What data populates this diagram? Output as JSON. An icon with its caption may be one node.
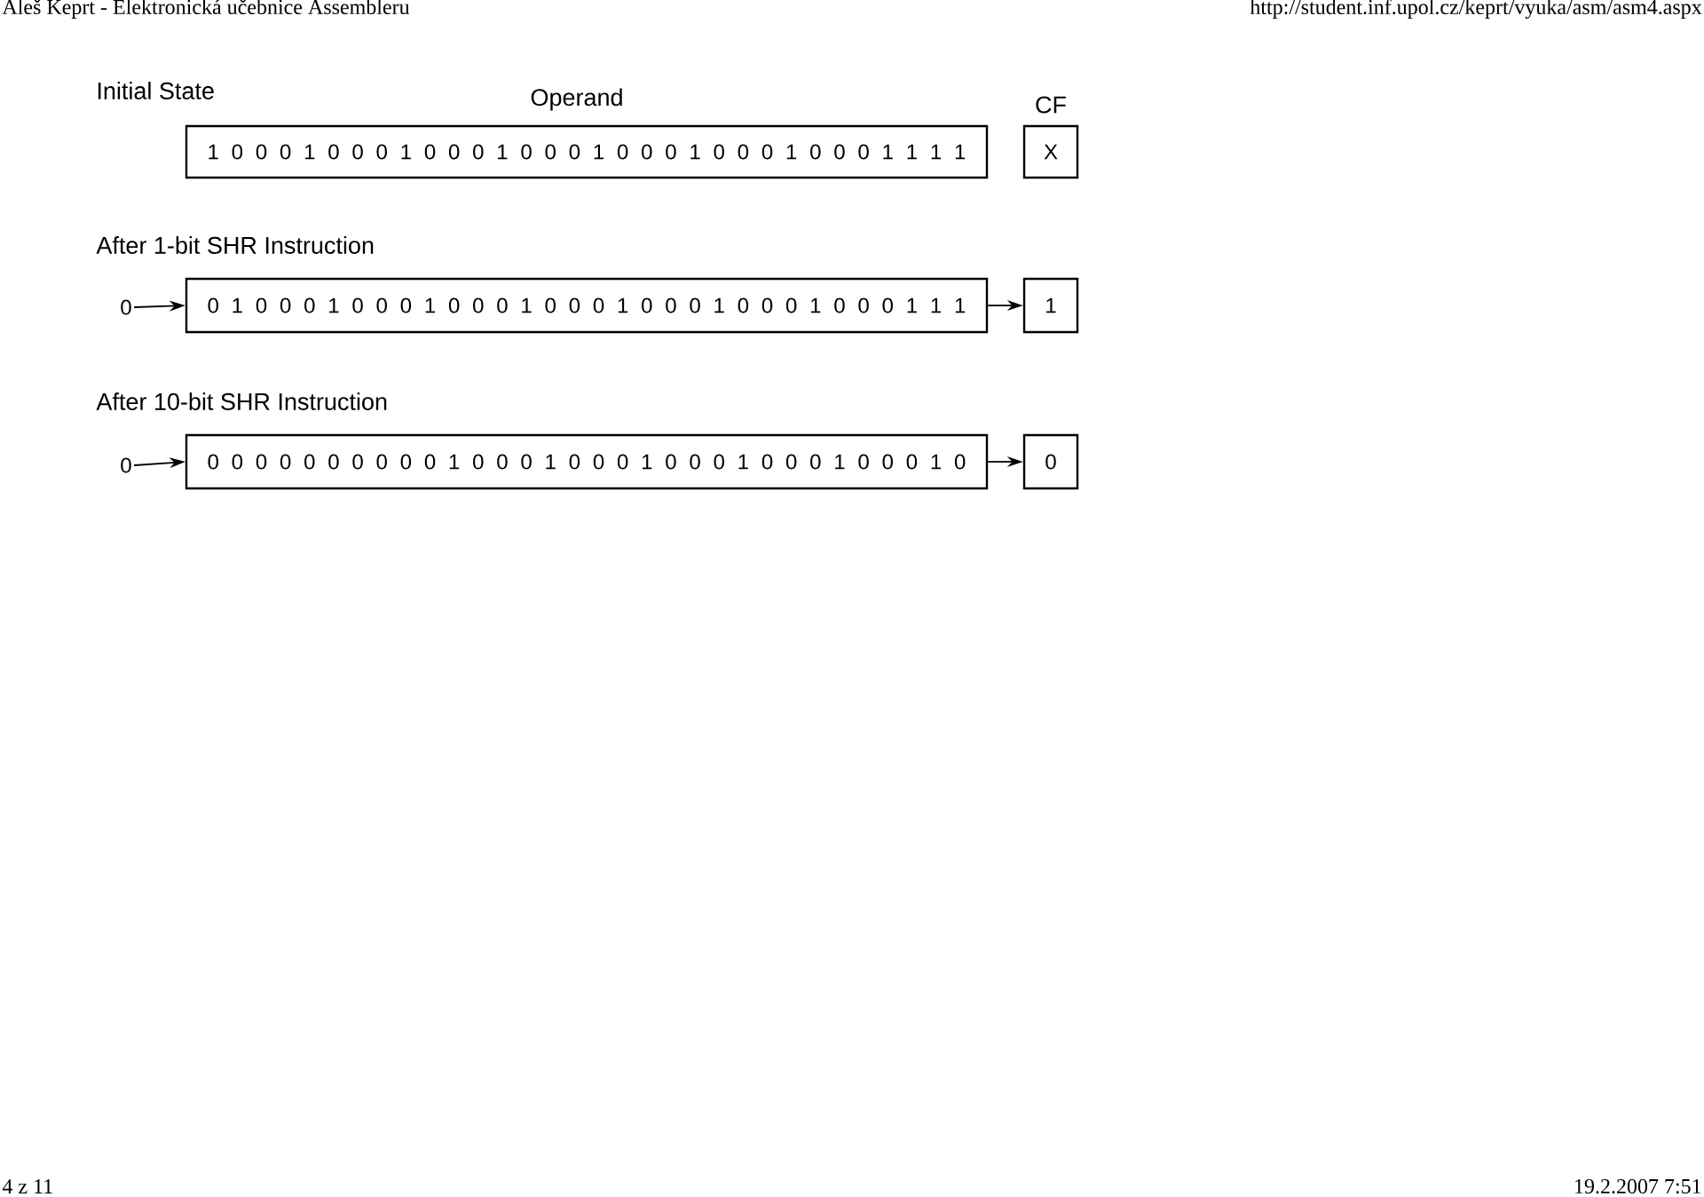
{
  "diagram": {
    "nodes": [
      {
        "text": [
          "1 0 0 0 1 0 0 0 1 0 0 0 1 0 0 0 1 0 0 0 1 0 0 0 1 0 0 0 1 1 1 1"
        ]
      },
      {
        "text": [
          "X"
        ]
      },
      {
        "text": [
          "0"
        ]
      },
      {
        "text": [
          "0 1 0 0 0 1 0 0 0 1 0 0 0 1 0 0 0 1 0 0 0 1 0 0 0 1 0 0 0 1 1 1"
        ]
      },
      {
        "text": [
          "1"
        ]
      },
      {
        "text": [
          "0"
        ]
      },
      {
        "text": [
          "0 0 0 0 0 0 0 0 0 0 1 0 0 0 1 0 0 0 1 0 0 0 1 0 0 0 1 0 0 0 1 0"
        ]
      },
      {
        "text": [
          "0"
        ]
      }
    ],
    "edges": [
      {
        "from": 2,
        "to": 3,
        "arrow": "to"
      },
      {
        "from": 3,
        "to": 4,
        "arrow": "to"
      },
      {
        "from": 5,
        "to": 6,
        "arrow": "to"
      },
      {
        "from": 6,
        "to": 7,
        "arrow": "to"
      }
    ],
    "labels": [
      "Aleš Keprt - Elektronická učebnice Assembleru",
      "http://student.inf.upol.cz/keprt/vyuka/asm/asm4.aspx",
      "Initial State",
      "Operand",
      "CF",
      "After 1-bit SHR Instruction",
      "After 10-bit SHR Instruction",
      "4 z 11",
      "19.2.2007 7:51"
    ]
  }
}
